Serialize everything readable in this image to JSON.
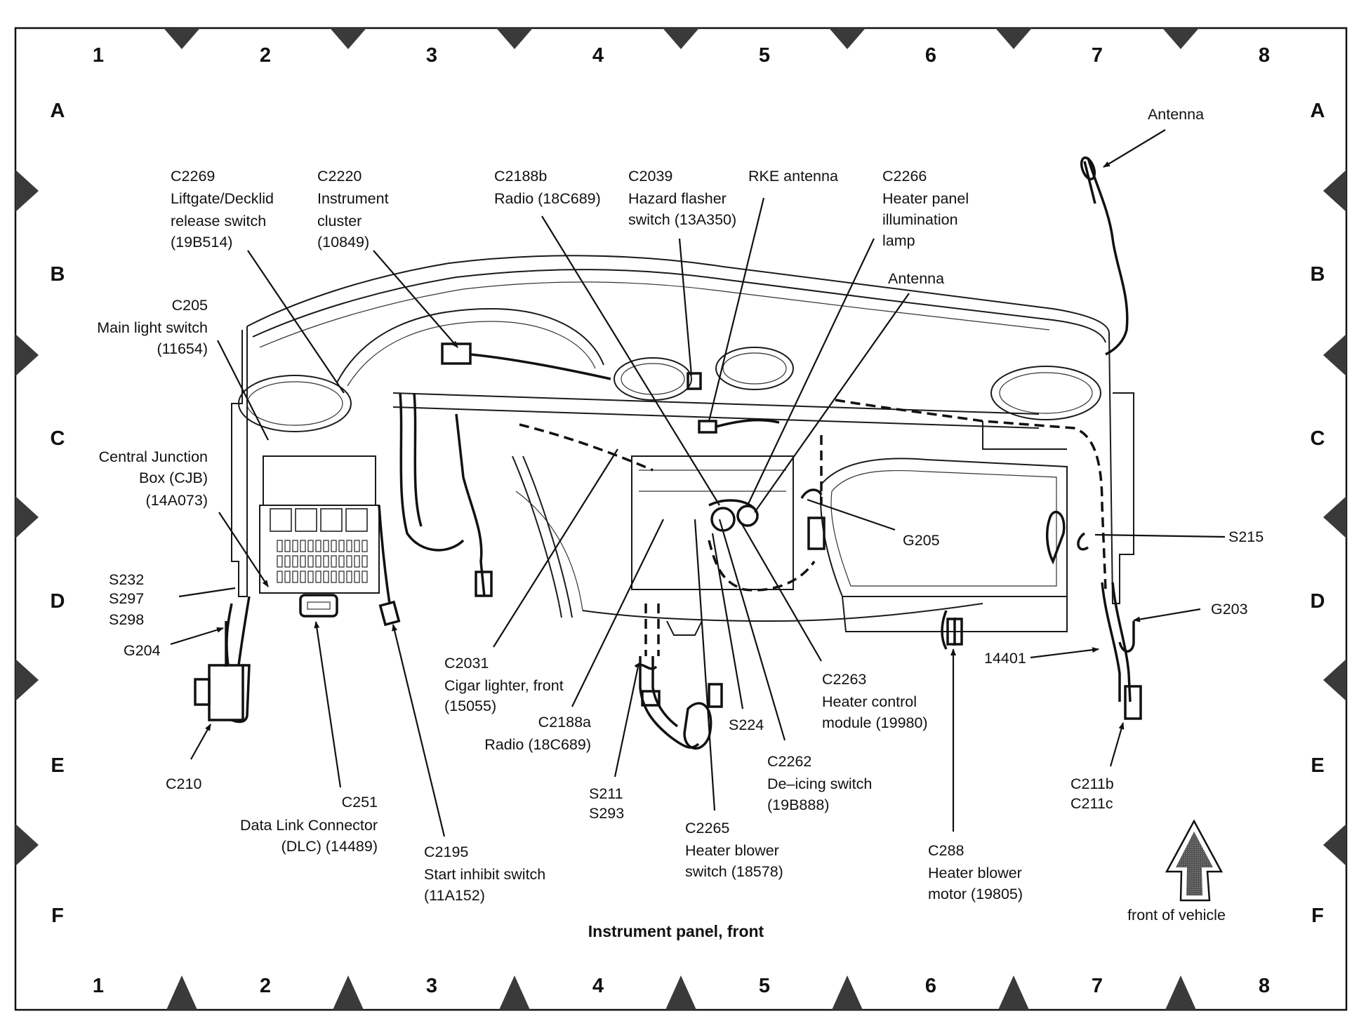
{
  "title": "Instrument panel, front",
  "columns": [
    "1",
    "2",
    "3",
    "4",
    "5",
    "6",
    "7",
    "8"
  ],
  "rows": [
    "A",
    "B",
    "C",
    "D",
    "E",
    "F"
  ],
  "orientation_label": "front of vehicle",
  "labels": {
    "antenna_top": [
      "Antenna"
    ],
    "c2269": [
      "C2269",
      "Liftgate/Decklid",
      "release switch",
      "(19B514)"
    ],
    "c2220": [
      "C2220",
      "Instrument",
      "cluster",
      "(10849)"
    ],
    "c2188b": [
      "C2188b",
      "Radio (18C689)"
    ],
    "c2039": [
      "C2039",
      "Hazard flasher",
      "switch (13A350)"
    ],
    "rke": [
      "RKE antenna"
    ],
    "c2266": [
      "C2266",
      "Heater panel",
      "illumination",
      "lamp"
    ],
    "antenna_mid": [
      "Antenna"
    ],
    "c205": [
      "C205",
      "Main light switch",
      "(11654)"
    ],
    "cjb": [
      "Central Junction",
      "Box (CJB)",
      "(14A073)"
    ],
    "s232": [
      "S232",
      "S297",
      "S298"
    ],
    "g204": [
      "G204"
    ],
    "c210": [
      "C210"
    ],
    "c251": [
      "C251",
      "Data Link Connector",
      "(DLC) (14489)"
    ],
    "c2195": [
      "C2195",
      "Start inhibit switch",
      "(11A152)"
    ],
    "c2031": [
      "C2031",
      "Cigar lighter, front",
      "(15055)"
    ],
    "c2188a": [
      "C2188a",
      "Radio (18C689)"
    ],
    "s211": [
      "S211",
      "S293"
    ],
    "c2265": [
      "C2265",
      "Heater blower",
      "switch (18578)"
    ],
    "s224": [
      "S224"
    ],
    "c2262": [
      "C2262",
      "De–icing switch",
      "(19B888)"
    ],
    "c2263": [
      "C2263",
      "Heater control",
      "module (19980)"
    ],
    "c288": [
      "C288",
      "Heater blower",
      "motor (19805)"
    ],
    "g205": [
      "G205"
    ],
    "s215": [
      "S215"
    ],
    "g203": [
      "G203"
    ],
    "n14401": [
      "14401"
    ],
    "c211": [
      "C211b",
      "C211c"
    ]
  }
}
